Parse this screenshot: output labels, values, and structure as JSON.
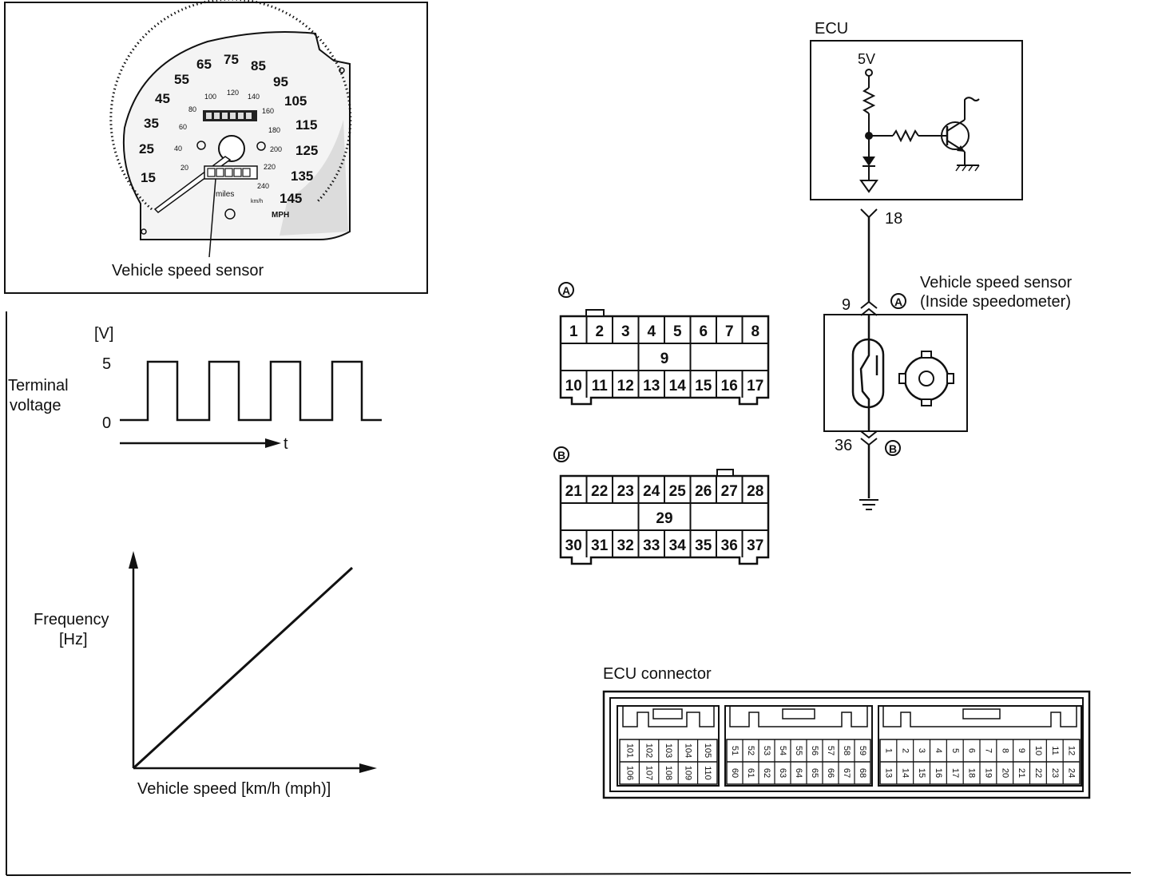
{
  "speedometer": {
    "caption": "Vehicle speed sensor",
    "mph_labels": [
      "15",
      "25",
      "35",
      "45",
      "55",
      "65",
      "75",
      "85",
      "95",
      "105",
      "115",
      "125",
      "135",
      "145"
    ],
    "kmh_labels": [
      "20",
      "40",
      "60",
      "80",
      "100",
      "120",
      "140",
      "160",
      "180",
      "200",
      "220",
      "240"
    ],
    "odometer_unit": "miles",
    "speed_unit": "MPH",
    "small_unit": "km/h"
  },
  "waveform": {
    "unit": "[V]",
    "y_label_line1": "Terminal",
    "y_label_line2": "voltage",
    "high": "5",
    "low": "0",
    "x_label": "t",
    "pulse_count": 4
  },
  "frequency_chart": {
    "y_label_line1": "Frequency",
    "y_label_line2": "[Hz]",
    "x_label": "Vehicle speed [km/h (mph)]"
  },
  "circuit": {
    "ecu_title": "ECU",
    "supply": "5V",
    "ecu_terminal": "18",
    "sensor_label_line1": "Vehicle speed sensor",
    "sensor_label_line2": "(Inside speedometer)",
    "sensor_pin_top": "9",
    "sensor_conn_top": "A",
    "sensor_pin_bottom": "36",
    "sensor_conn_bottom": "B"
  },
  "connector_a": {
    "id": "A",
    "top_row": [
      "1",
      "2",
      "3",
      "4",
      "5",
      "6",
      "7",
      "8"
    ],
    "middle": "9",
    "bottom_row": [
      "10",
      "11",
      "12",
      "13",
      "14",
      "15",
      "16",
      "17"
    ]
  },
  "connector_b": {
    "id": "B",
    "top_row": [
      "21",
      "22",
      "23",
      "24",
      "25",
      "26",
      "27",
      "28"
    ],
    "middle": "29",
    "bottom_row": [
      "30",
      "31",
      "32",
      "33",
      "34",
      "35",
      "36",
      "37"
    ]
  },
  "ecu_connector": {
    "title": "ECU connector",
    "block1_top": [
      "101",
      "102",
      "103",
      "104",
      "105"
    ],
    "block1_bottom": [
      "106",
      "107",
      "108",
      "109",
      "110"
    ],
    "block2_top": [
      "51",
      "52",
      "53",
      "54",
      "55",
      "56",
      "57",
      "58",
      "59"
    ],
    "block2_bottom": [
      "60",
      "61",
      "62",
      "63",
      "64",
      "65",
      "66",
      "67",
      "68"
    ],
    "block3_top": [
      "1",
      "2",
      "3",
      "4",
      "5",
      "6",
      "7",
      "8",
      "9",
      "10",
      "11",
      "12"
    ],
    "block3_bottom": [
      "13",
      "14",
      "15",
      "16",
      "17",
      "18",
      "19",
      "20",
      "21",
      "22",
      "23",
      "24"
    ]
  }
}
